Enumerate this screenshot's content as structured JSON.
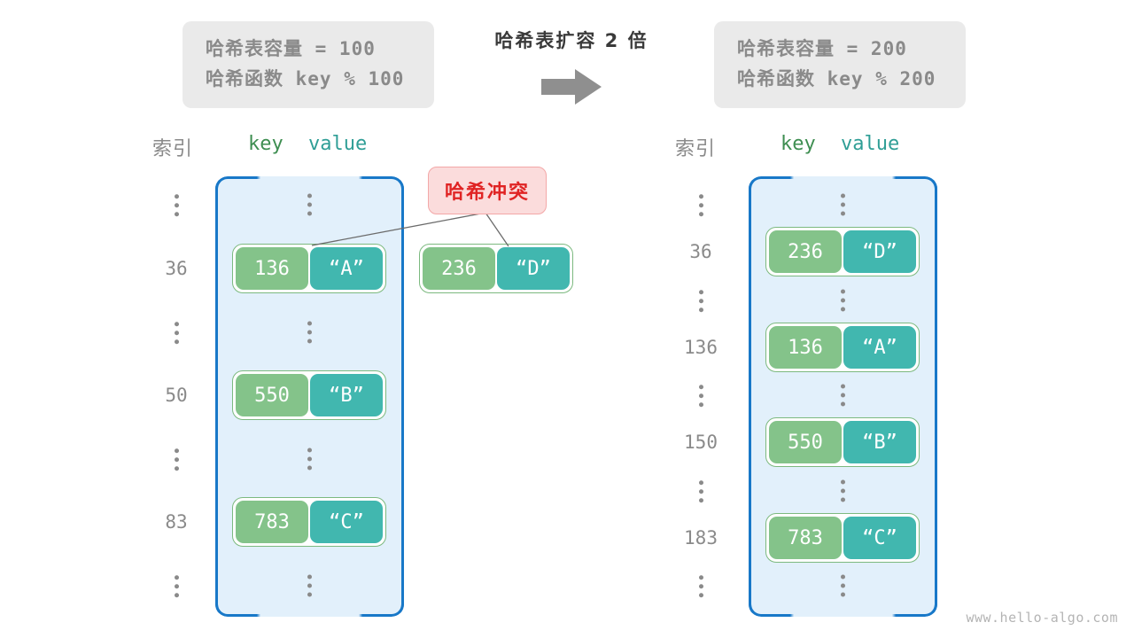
{
  "header": {
    "left_box": {
      "capacity_line": "哈希表容量 = 100",
      "function_line": "哈希函数 key % 100"
    },
    "right_box": {
      "capacity_line": "哈希表容量 = 200",
      "function_line": "哈希函数 key % 200"
    },
    "center_title": "哈希表扩容 2 倍",
    "arrow_icon": "right-arrow-icon"
  },
  "columns": {
    "index_label": "索引",
    "key_label": "key",
    "value_label": "value"
  },
  "colors": {
    "key_cell": "#84c38a",
    "value_cell": "#41b7af",
    "table_bg": "#e2f0fb",
    "table_border": "#1878c8",
    "pair_border": "#7cb97f",
    "badge_bg": "#fbdcdc",
    "badge_border": "#f3a7a7",
    "badge_text": "#e02424",
    "info_bg": "#eaeaea",
    "muted_text": "#8a8a8a",
    "key_header": "#3e8e51",
    "value_header": "#2f9e96"
  },
  "ellipsis_glyph": "⋮",
  "before_table": {
    "caption": "哈希表容量 = 100",
    "rows": [
      {
        "type": "ellipsis",
        "index": "⋮"
      },
      {
        "type": "entry",
        "index": "36",
        "key": "136",
        "value": "“A”"
      },
      {
        "type": "ellipsis",
        "index": "⋮"
      },
      {
        "type": "entry",
        "index": "50",
        "key": "550",
        "value": "“B”"
      },
      {
        "type": "ellipsis",
        "index": "⋮"
      },
      {
        "type": "entry",
        "index": "83",
        "key": "783",
        "value": "“C”"
      },
      {
        "type": "ellipsis",
        "index": "⋮"
      }
    ]
  },
  "colliding_entry": {
    "key": "236",
    "value": "“D”"
  },
  "collision_badge": {
    "label": "哈希冲突"
  },
  "after_table": {
    "caption": "哈希表容量 = 200",
    "rows": [
      {
        "type": "ellipsis",
        "index": "⋮"
      },
      {
        "type": "entry",
        "index": "36",
        "key": "236",
        "value": "“D”"
      },
      {
        "type": "ellipsis",
        "index": "⋮"
      },
      {
        "type": "entry",
        "index": "136",
        "key": "136",
        "value": "“A”"
      },
      {
        "type": "ellipsis",
        "index": "⋮"
      },
      {
        "type": "entry",
        "index": "150",
        "key": "550",
        "value": "“B”"
      },
      {
        "type": "ellipsis",
        "index": "⋮"
      },
      {
        "type": "entry",
        "index": "183",
        "key": "783",
        "value": "“C”"
      },
      {
        "type": "ellipsis",
        "index": "⋮"
      }
    ]
  },
  "watermark": "www.hello-algo.com"
}
